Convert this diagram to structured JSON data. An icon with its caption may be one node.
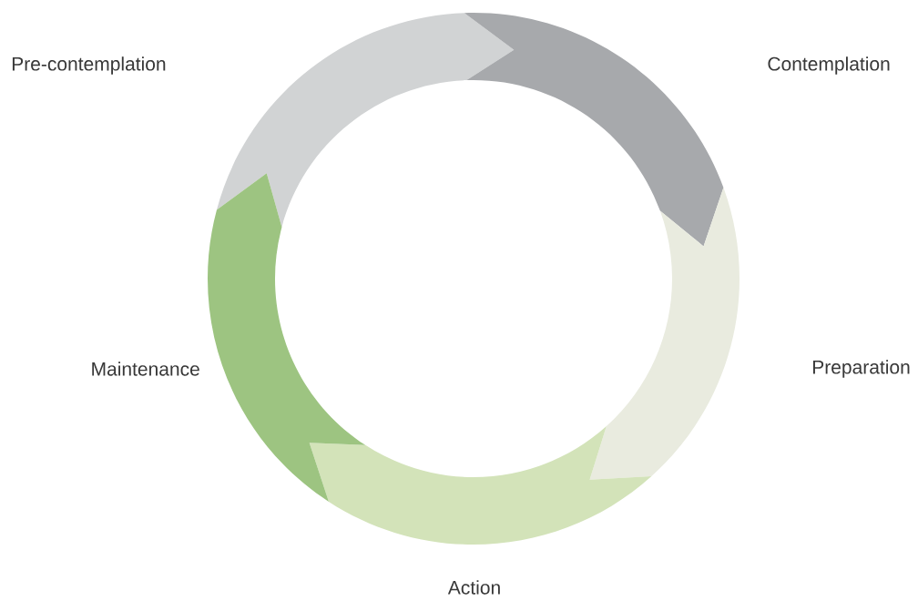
{
  "diagram": {
    "nodes": [
      {
        "text": [
          "Pre-contemplation"
        ]
      },
      {
        "text": [
          "Contemplation"
        ]
      },
      {
        "text": [
          "Preparation"
        ]
      },
      {
        "text": [
          "Action"
        ]
      },
      {
        "text": [
          "Maintenance"
        ]
      }
    ]
  }
}
